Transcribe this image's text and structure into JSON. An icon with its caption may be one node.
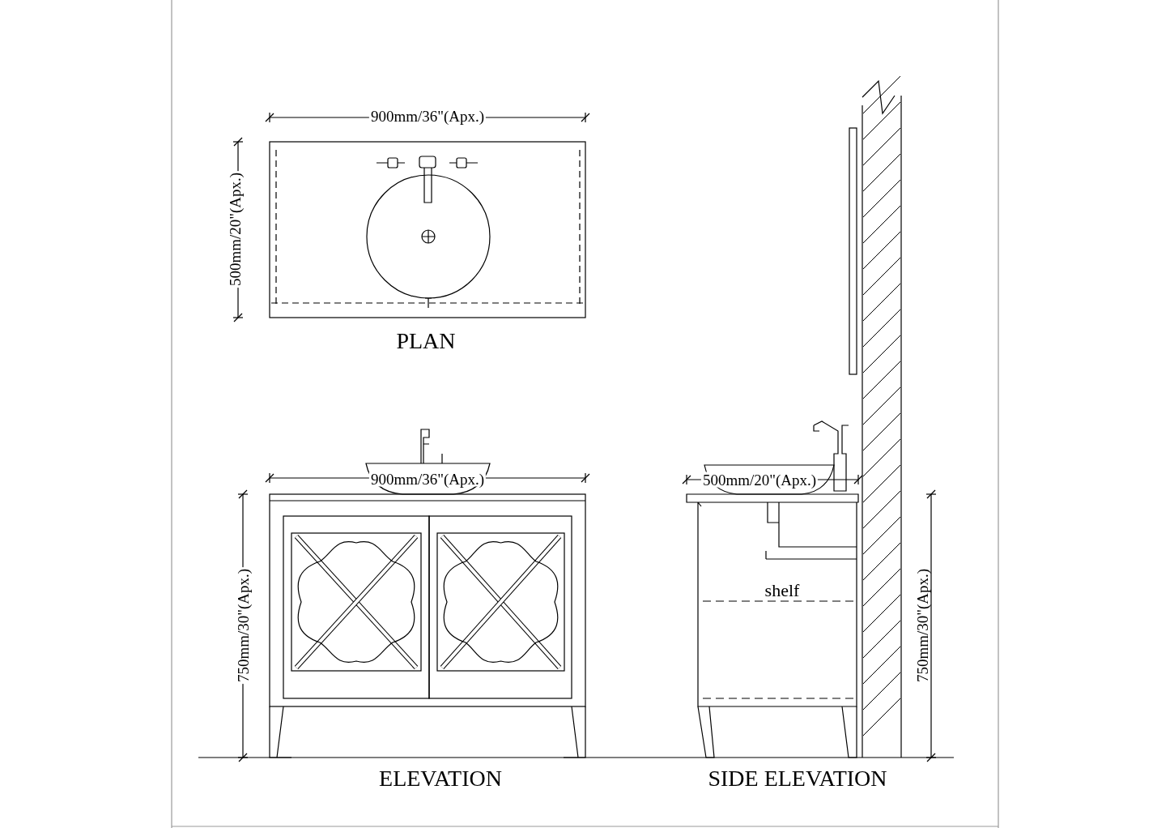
{
  "diagram": {
    "labels": [
      "900mm/36\"(Apx.)",
      "500mm/20\"(Apx.)",
      "PLAN",
      "900mm/36\"(Apx.)",
      "500mm/20\"(Apx.)",
      "750mm/30\"(Apx.)",
      "shelf",
      "750mm/30\"(Apx.)",
      "ELEVATION",
      "SIDE ELEVATION"
    ]
  }
}
